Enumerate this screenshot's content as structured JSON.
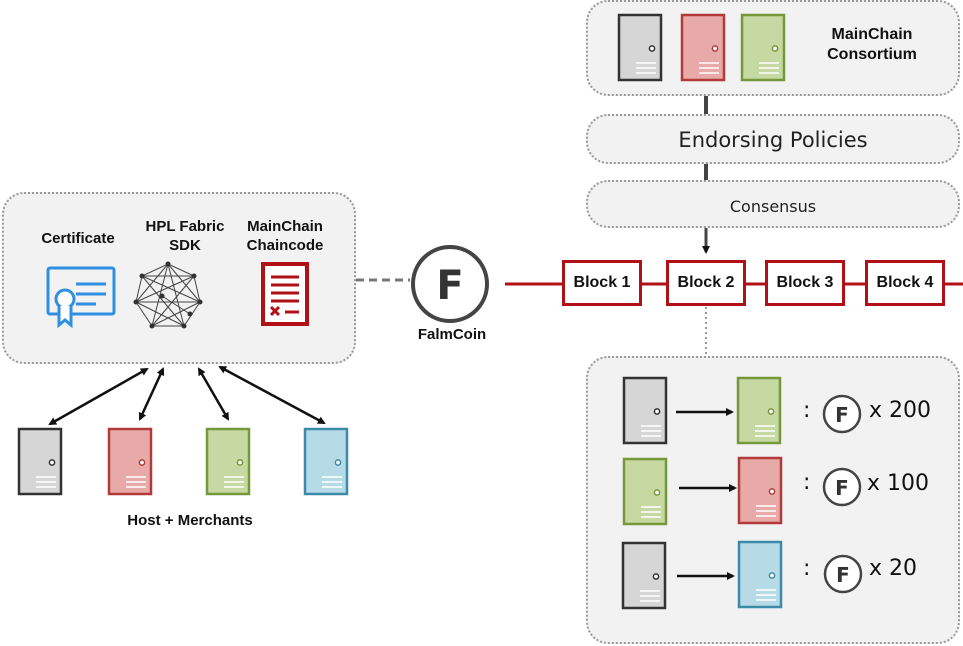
{
  "consortium": {
    "label": "MainChain\nConsortium"
  },
  "endorsing": {
    "label": "Endorsing Policies"
  },
  "consensus": {
    "label": "Consensus"
  },
  "left_panel": {
    "certificate": "Certificate",
    "sdk": "HPL Fabric\nSDK",
    "chaincode": "MainChain\nChaincode"
  },
  "coin": {
    "label": "FalmCoin",
    "glyph": "F"
  },
  "hosts": {
    "label": "Host + Merchants"
  },
  "blocks": [
    "Block 1",
    "Block 2",
    "Block 3",
    "Block 4"
  ],
  "transactions": [
    {
      "from_color": "gray",
      "to_color": "green",
      "colon": ":",
      "amount": "x 200"
    },
    {
      "from_color": "green",
      "to_color": "red",
      "colon": ":",
      "amount": "x 100"
    },
    {
      "from_color": "gray",
      "to_color": "blue",
      "colon": ":",
      "amount": "x 20"
    }
  ],
  "colors": {
    "gray": [
      "#d6d6d6",
      "#333333"
    ],
    "red": [
      "#e8aaa9",
      "#b23a3a"
    ],
    "green": [
      "#c6d9a2",
      "#76983a"
    ],
    "blue": [
      "#b7dbe6",
      "#3b8aa8"
    ],
    "chain_red": "#b11116",
    "panel_bg": "#f2f2f2"
  }
}
